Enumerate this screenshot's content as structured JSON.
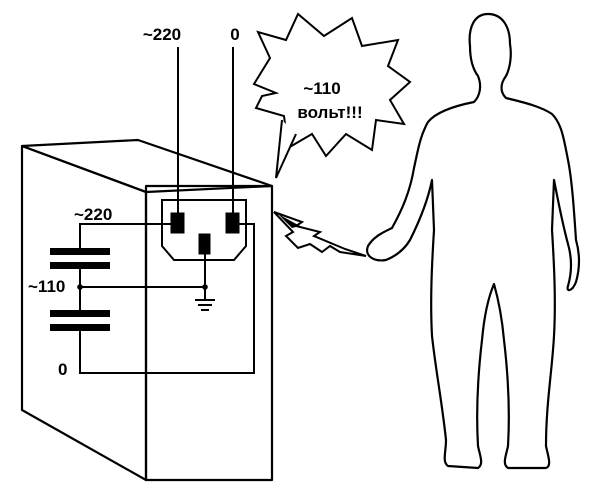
{
  "labels": {
    "live_top": "~220",
    "neutral_top": "0",
    "live_left": "~220",
    "mid_left": "~110",
    "zero_left": "0"
  },
  "callout": {
    "line1": "~110",
    "line2": "вольт!!!"
  }
}
